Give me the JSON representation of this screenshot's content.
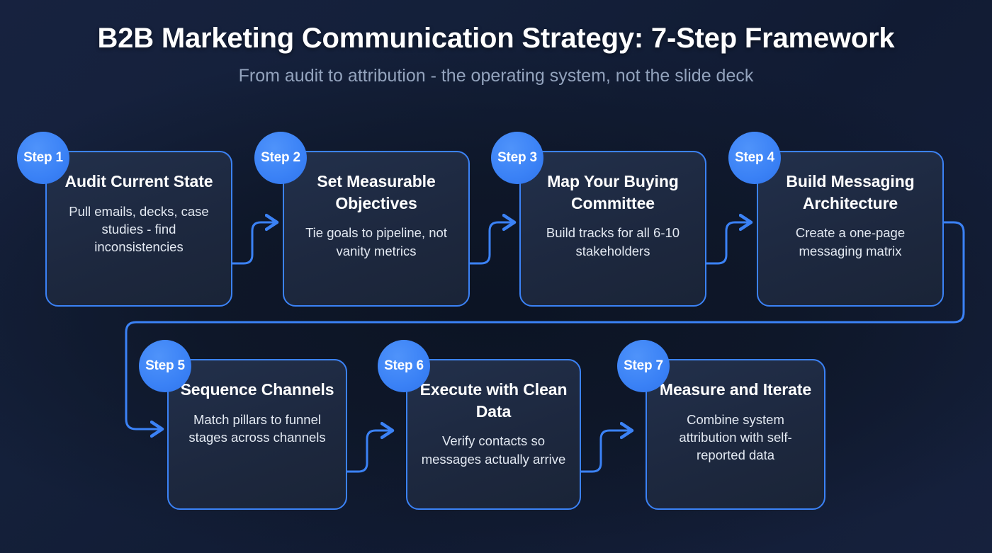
{
  "header": {
    "title": "B2B Marketing Communication Strategy: 7-Step Framework",
    "subtitle": "From audit to attribution - the operating system, not the slide deck"
  },
  "theme": {
    "accent": "#3b82f6",
    "card_fill": "#1e2a42",
    "card_border": "#3b82f6",
    "background": "#111b33",
    "title_color": "#ffffff",
    "subtitle_color": "#93a3bd",
    "body_text_color": "#e3e9f2"
  },
  "steps": [
    {
      "badge": "Step 1",
      "title": "Audit Current State",
      "desc": "Pull emails, decks, case studies - find inconsistencies"
    },
    {
      "badge": "Step 2",
      "title": "Set Measurable Objectives",
      "desc": "Tie goals to pipeline, not vanity metrics"
    },
    {
      "badge": "Step 3",
      "title": "Map Your Buying Committee",
      "desc": "Build tracks for all 6-10 stakeholders"
    },
    {
      "badge": "Step 4",
      "title": "Build Messaging Architecture",
      "desc": "Create a one-page messaging matrix"
    },
    {
      "badge": "Step 5",
      "title": "Sequence Channels",
      "desc": "Match pillars to funnel stages across channels"
    },
    {
      "badge": "Step 6",
      "title": "Execute with Clean Data",
      "desc": "Verify contacts so messages actually arrive"
    },
    {
      "badge": "Step 7",
      "title": "Measure and Iterate",
      "desc": "Combine system attribution with self-reported data"
    }
  ],
  "connectors": [
    {
      "from": "Step 1",
      "to": "Step 2",
      "shape": "s-curve-right"
    },
    {
      "from": "Step 2",
      "to": "Step 3",
      "shape": "s-curve-right"
    },
    {
      "from": "Step 3",
      "to": "Step 4",
      "shape": "s-curve-right"
    },
    {
      "from": "Step 4",
      "to": "Step 5",
      "shape": "wrap-around-down-left"
    },
    {
      "from": "Step 5",
      "to": "Step 6",
      "shape": "s-curve-right"
    },
    {
      "from": "Step 6",
      "to": "Step 7",
      "shape": "s-curve-right"
    }
  ]
}
